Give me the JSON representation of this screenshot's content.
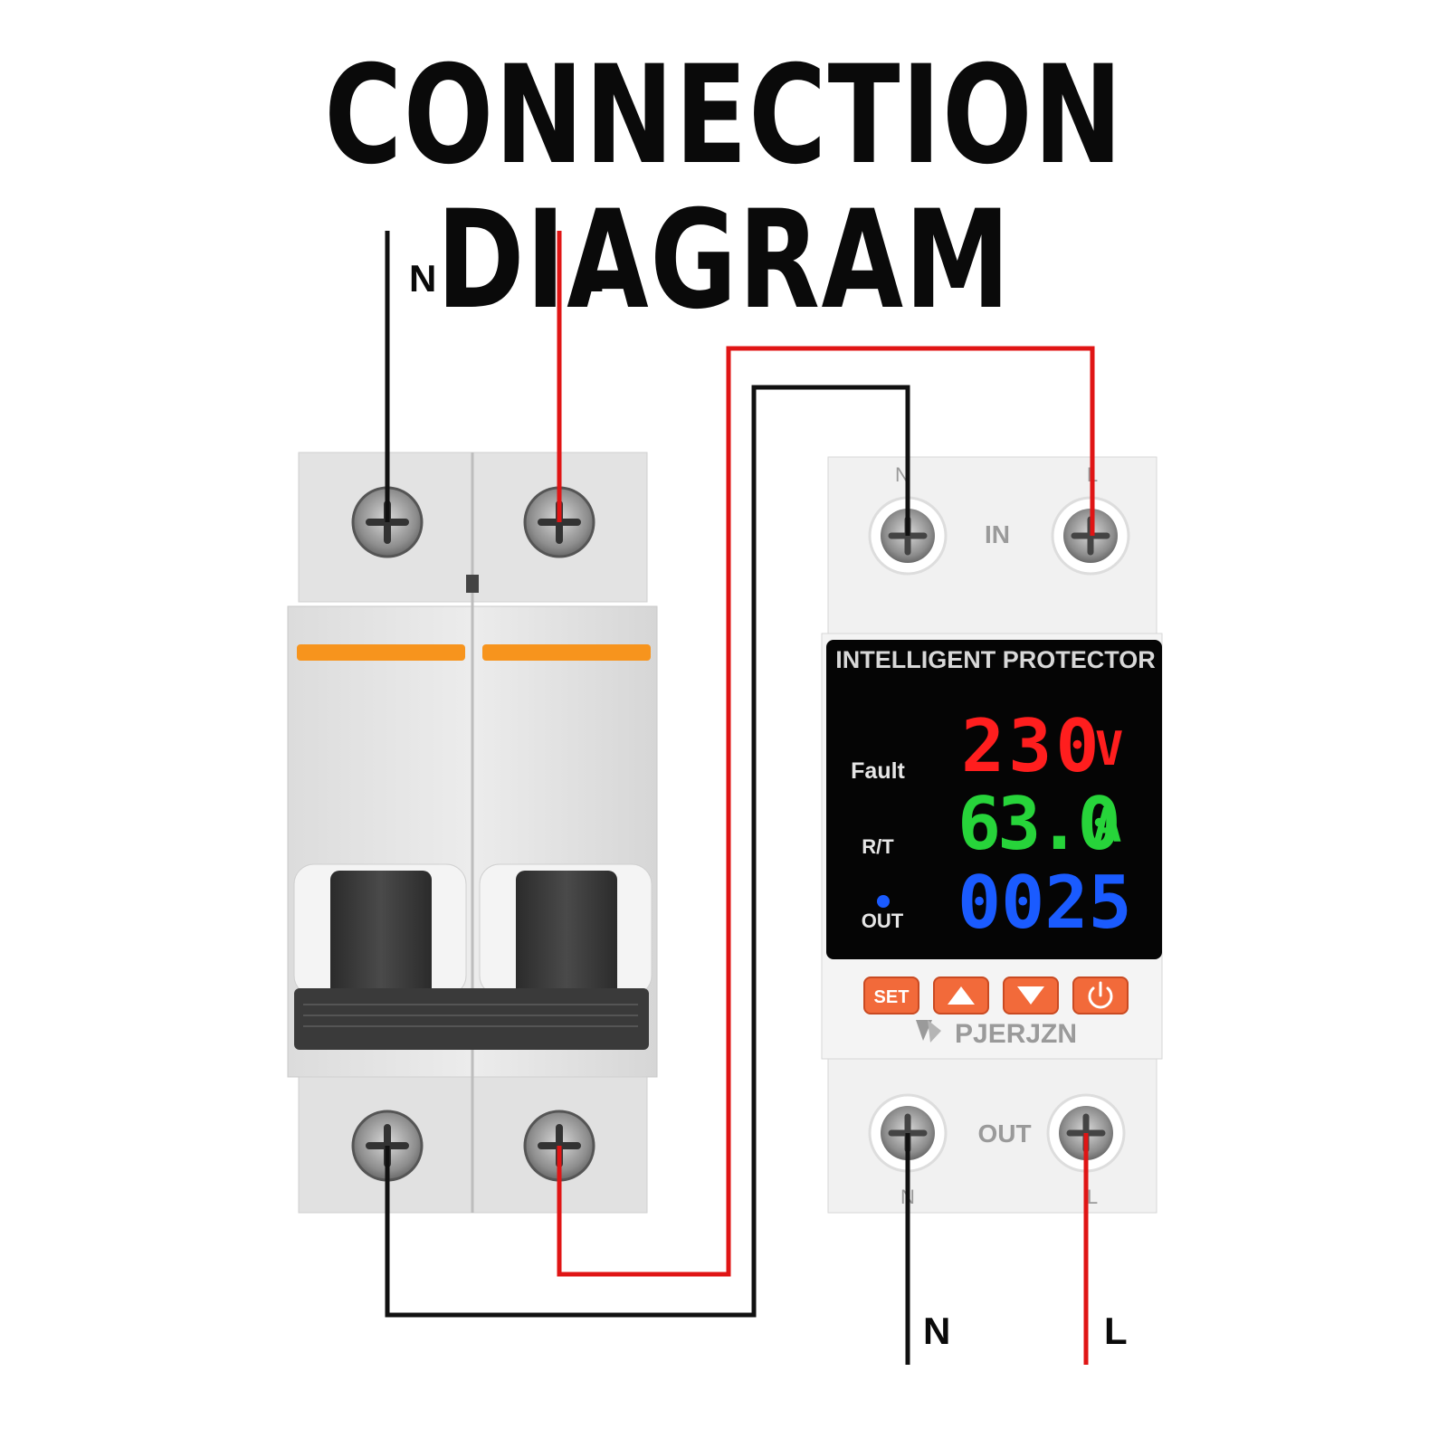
{
  "title": "CONNECTION DIAGRAM",
  "labels": {
    "in_n": "N",
    "in_l": "L",
    "out_n": "N",
    "out_l": "L"
  },
  "protector": {
    "terminal_top_n": "N",
    "terminal_top_l": "L",
    "in_label": "IN",
    "out_label": "OUT",
    "terminal_bottom_n": "N",
    "terminal_bottom_l": "L",
    "screen_title": "INTELLIGENT PROTECTOR",
    "side_labels": {
      "fault": "Fault",
      "rt": "R/T",
      "out": "OUT"
    },
    "readings": {
      "voltage": "230",
      "voltage_unit": "V",
      "current": "63.0",
      "current_unit": "A",
      "counter": "0025"
    },
    "buttons": {
      "set": "SET"
    },
    "brand": "PJERJZN"
  },
  "colors": {
    "neutral_wire": "#111111",
    "live_wire": "#e01515",
    "voltage": "#ff1e1e",
    "current": "#27d43a",
    "counter": "#1a5bff",
    "button": "#f26a3a",
    "breaker_stripe": "#f7941d"
  }
}
